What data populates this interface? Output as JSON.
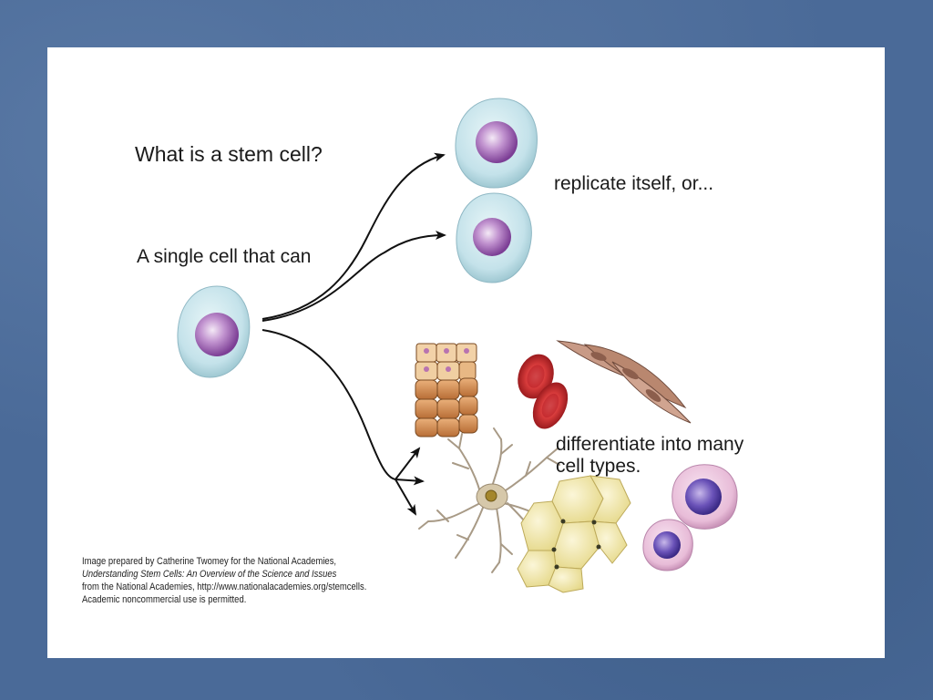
{
  "question": "What is a stem cell?",
  "definition": "A single cell that can",
  "outcome_replicate": "replicate itself, or...",
  "outcome_differentiate_line1": "differentiate into many",
  "outcome_differentiate_line2": "cell types.",
  "credit": {
    "line1": "Image prepared by Catherine Twomey for the National Academies,",
    "line2": "Understanding Stem Cells: An Overview of the Science and Issues",
    "line3": "from the National Academies, http://www.nationalacademies.org/stemcells.",
    "line4": "Academic noncommercial use is permitted."
  },
  "colors": {
    "background": "#4a6a98",
    "panel": "#ffffff",
    "cell_membrane": "#c9e6ec",
    "nucleus": "#9a63b0",
    "red_blood_cell": "#c8252c",
    "muscle_cell": "#b88a78",
    "epithelial_cell": "#d99a5c",
    "neuron": "#d8c9a8",
    "fat_cell": "#f0e6a0",
    "white_blood_cell": "#e7bcd8"
  }
}
